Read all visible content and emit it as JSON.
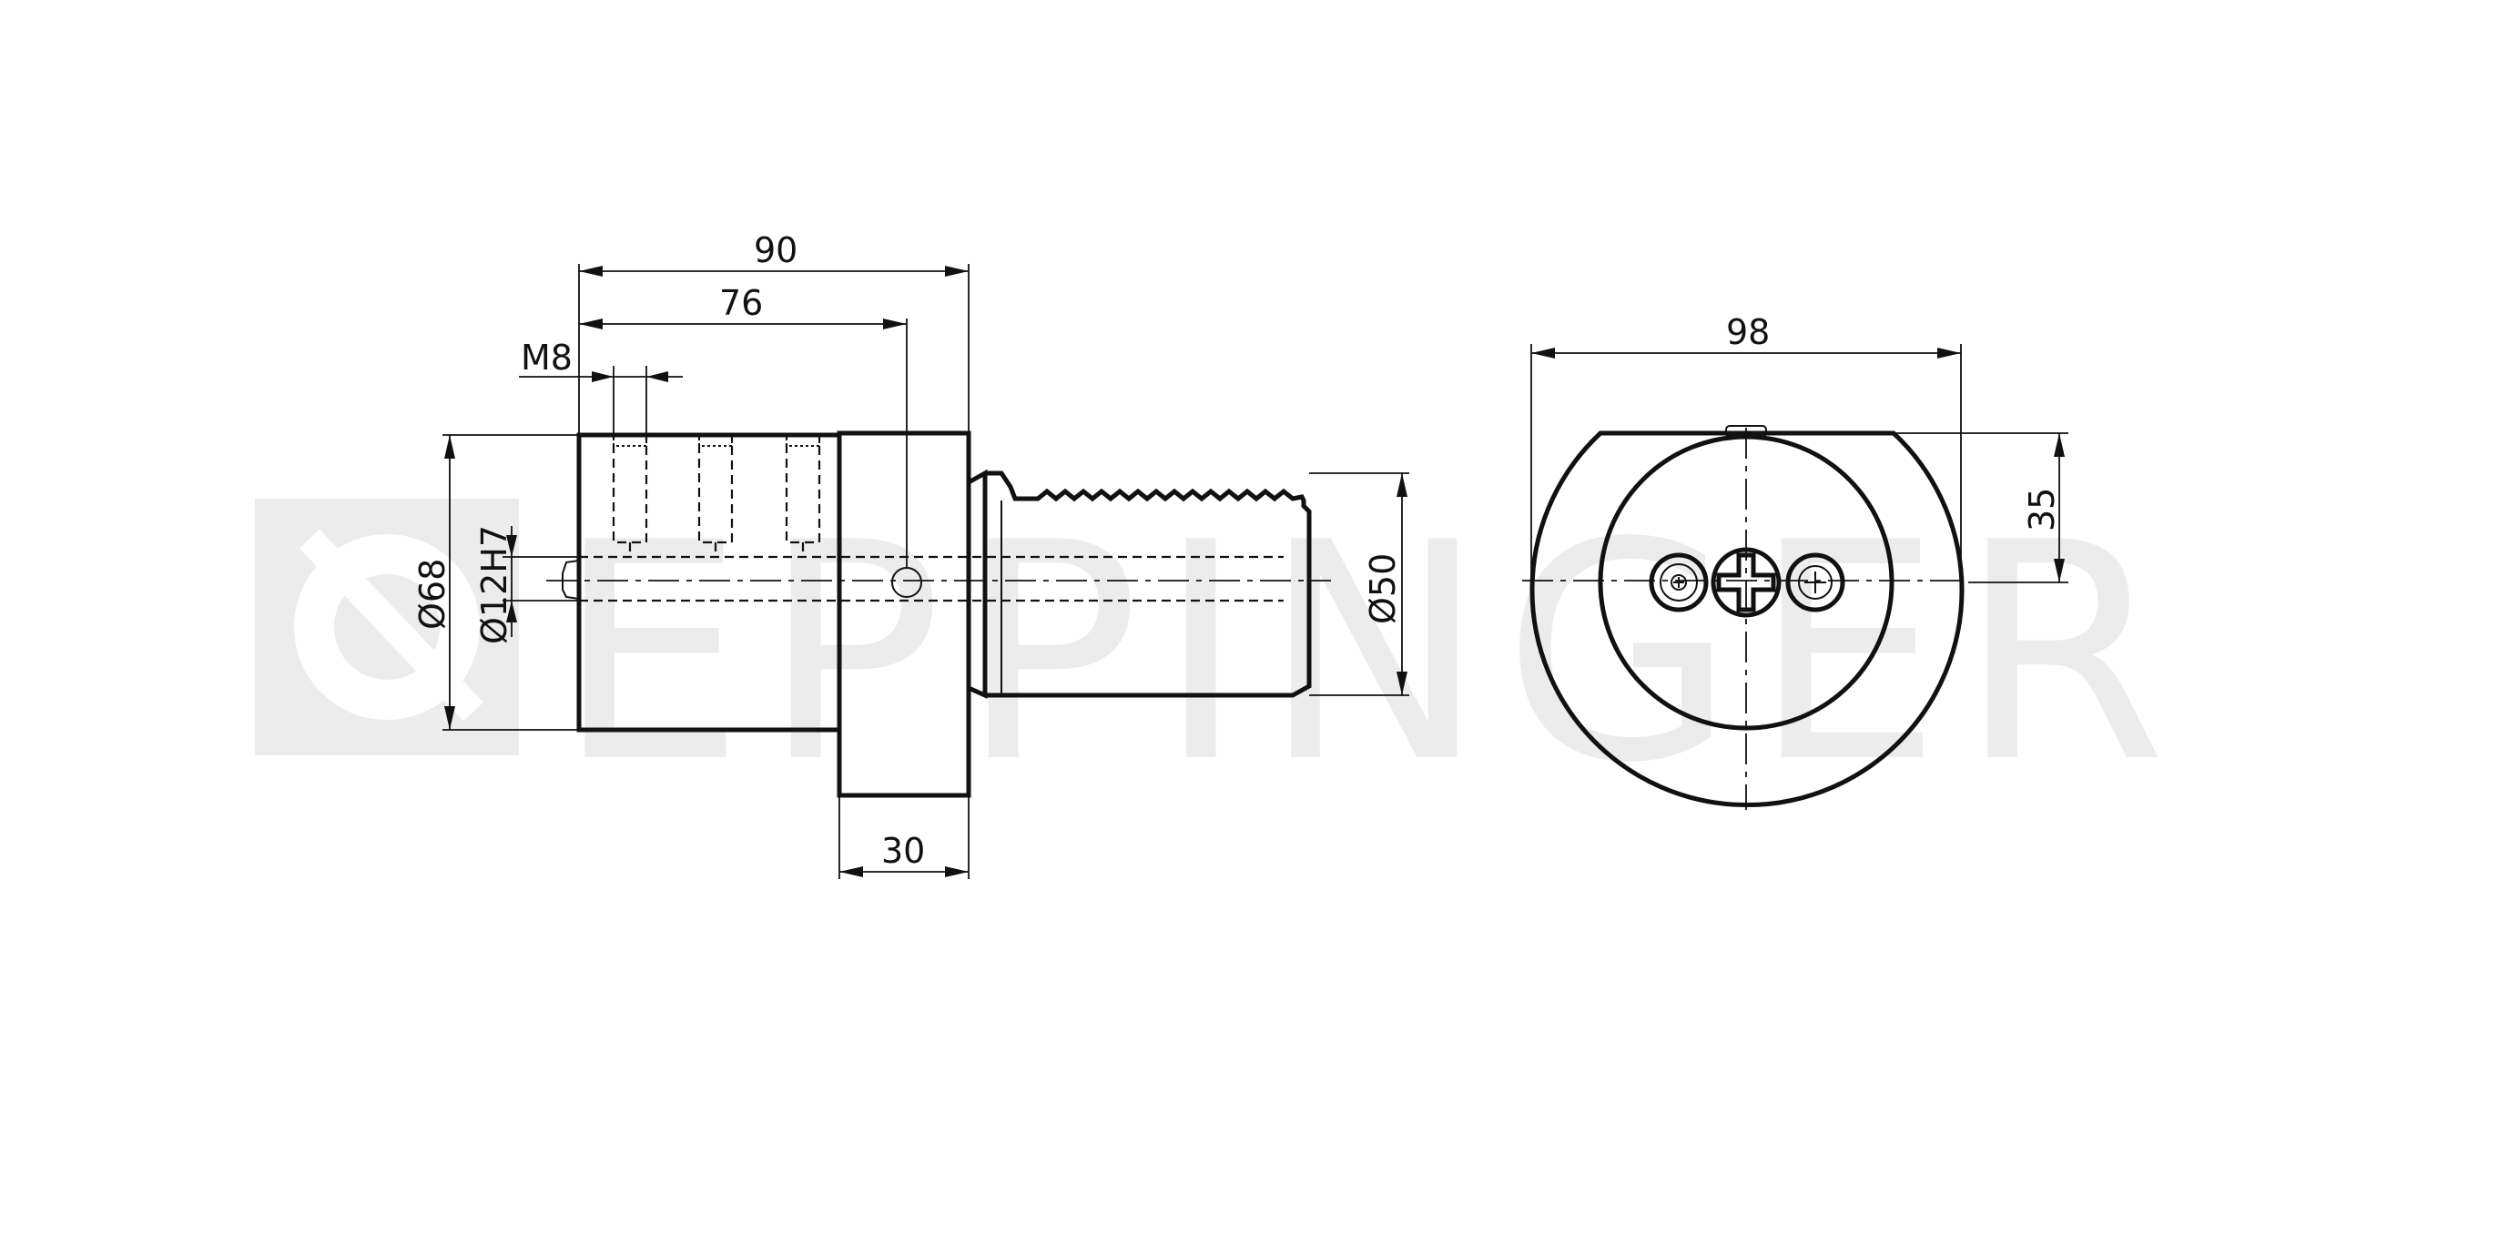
{
  "watermark": {
    "brand": "EPPINGER"
  },
  "dimensions": {
    "length_total": "90",
    "length_to_center": "76",
    "thread": "M8",
    "body_diameter": "Ø68",
    "bore": "Ø12H7",
    "shank_diameter": "Ø50",
    "flange_width": "30",
    "front_width": "98",
    "front_height": "35"
  },
  "colors": {
    "line": "#111111",
    "watermark": "#ececec",
    "background": "#ffffff"
  }
}
